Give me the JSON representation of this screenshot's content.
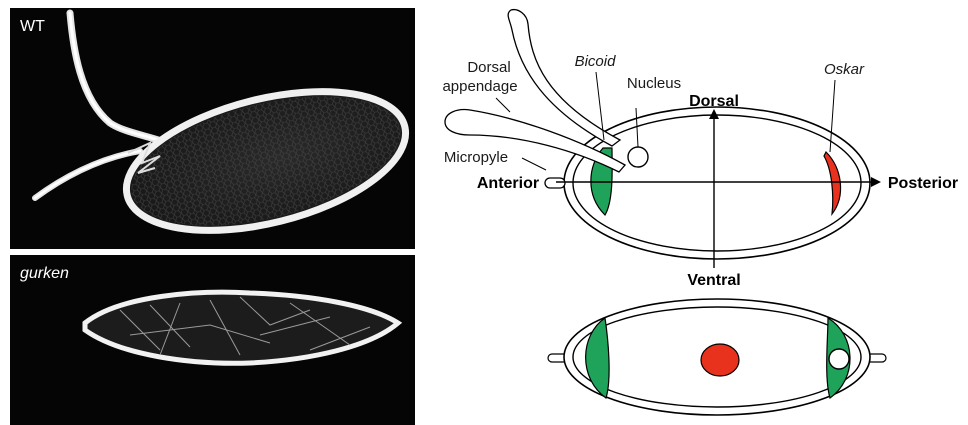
{
  "photos": {
    "wt_label": "WT",
    "gurken_label": "gurken"
  },
  "diagram": {
    "labels": {
      "dorsal_appendage_line1": "Dorsal",
      "dorsal_appendage_line2": "appendage",
      "bicoid": "Bicoid",
      "nucleus": "Nucleus",
      "oskar": "Oskar",
      "micropyle": "Micropyle",
      "dorsal": "Dorsal",
      "ventral": "Ventral",
      "anterior": "Anterior",
      "posterior": "Posterior"
    },
    "colors": {
      "bicoid": "#1fa35a",
      "oskar": "#e8321e",
      "outline": "#000000"
    }
  }
}
